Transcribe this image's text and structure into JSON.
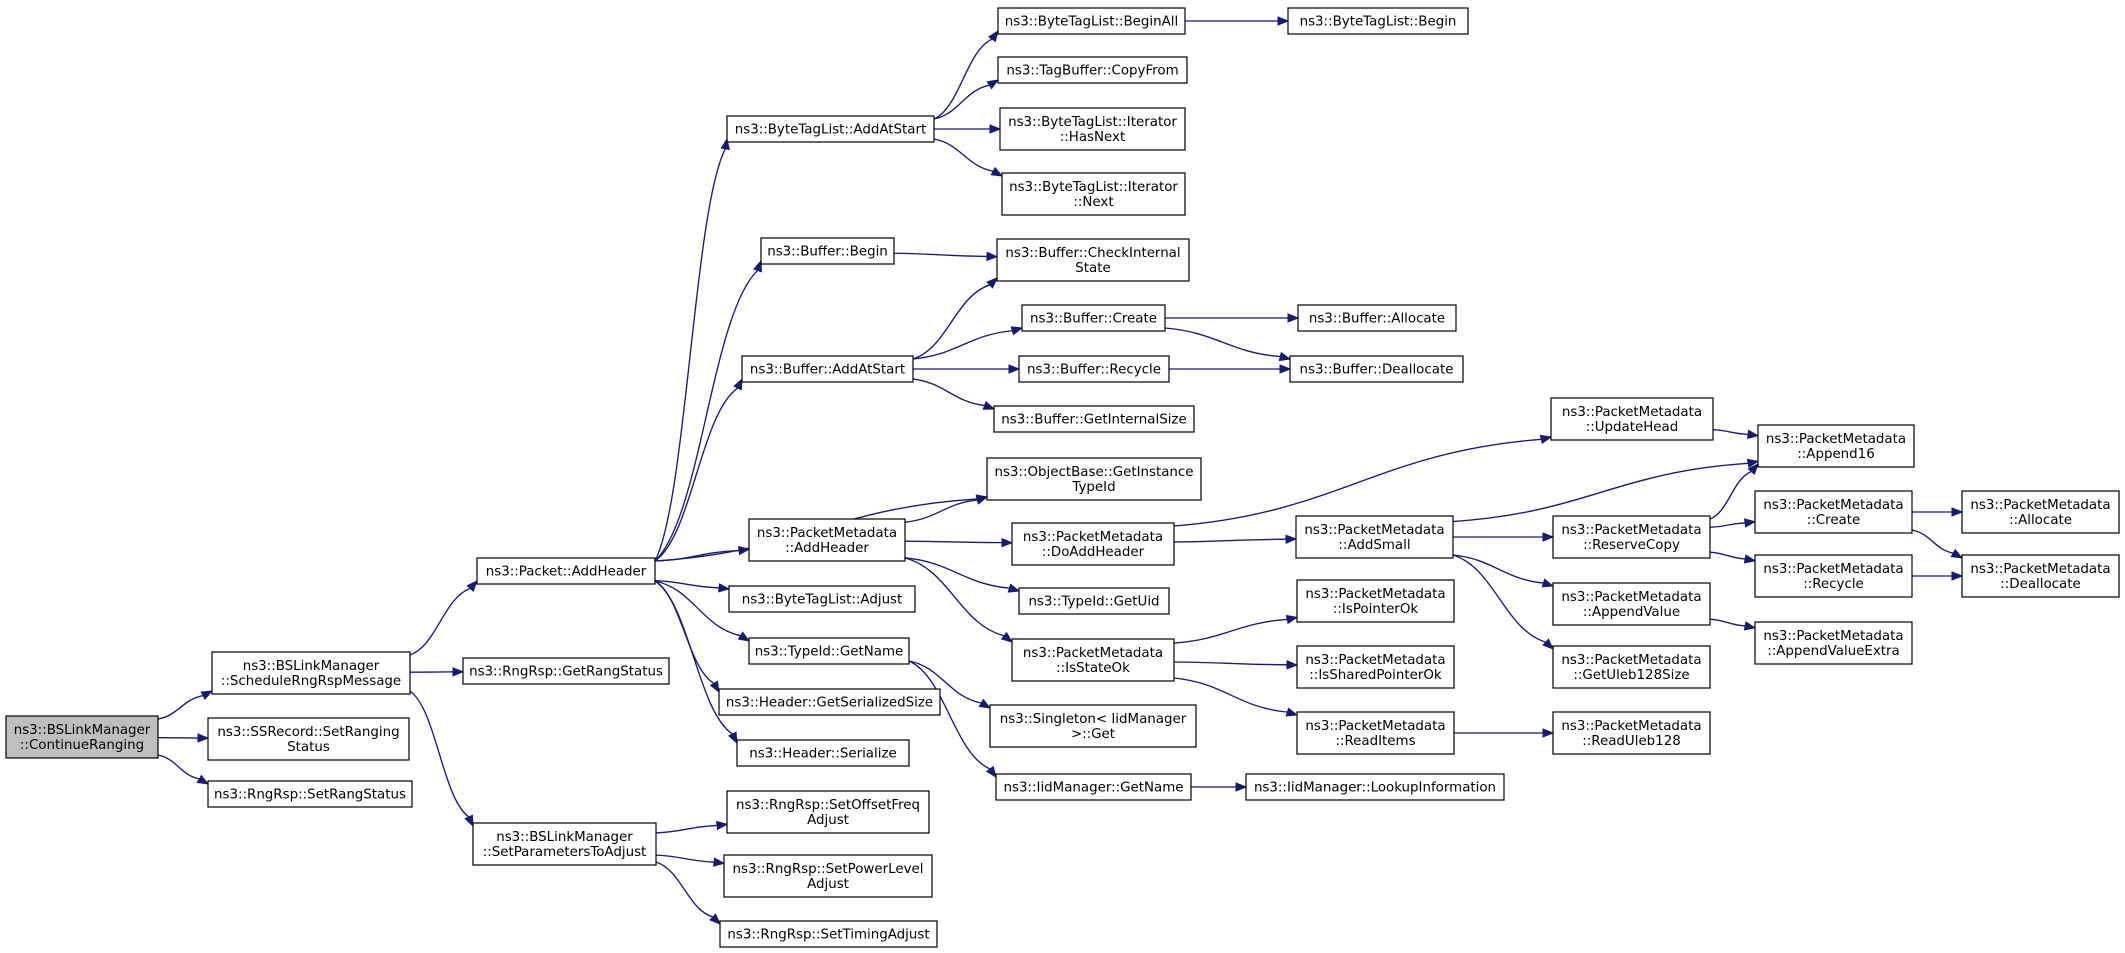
{
  "diagram": {
    "nodes": [
      {
        "id": "n0",
        "label": [
          "ns3::BSLinkManager",
          "::ContinueRanging"
        ],
        "root": true
      },
      {
        "id": "n1",
        "label": [
          "ns3::BSLinkManager",
          "::ScheduleRngRspMessage"
        ]
      },
      {
        "id": "n2",
        "label": [
          "ns3::SSRecord::SetRanging",
          "Status"
        ]
      },
      {
        "id": "n3",
        "label": [
          "ns3::RngRsp::SetRangStatus"
        ]
      },
      {
        "id": "n4",
        "label": [
          "ns3::Packet::AddHeader"
        ]
      },
      {
        "id": "n5",
        "label": [
          "ns3::RngRsp::GetRangStatus"
        ]
      },
      {
        "id": "n6",
        "label": [
          "ns3::BSLinkManager",
          "::SetParametersToAdjust"
        ]
      },
      {
        "id": "n7",
        "label": [
          "ns3::ByteTagList::AddAtStart"
        ]
      },
      {
        "id": "n8",
        "label": [
          "ns3::Buffer::Begin"
        ]
      },
      {
        "id": "n9",
        "label": [
          "ns3::Buffer::AddAtStart"
        ]
      },
      {
        "id": "n10",
        "label": [
          "ns3::ObjectBase::GetInstance",
          "TypeId"
        ]
      },
      {
        "id": "n11",
        "label": [
          "ns3::PacketMetadata",
          "::AddHeader"
        ]
      },
      {
        "id": "n12",
        "label": [
          "ns3::ByteTagList::Adjust"
        ]
      },
      {
        "id": "n13",
        "label": [
          "ns3::TypeId::GetName"
        ]
      },
      {
        "id": "n14",
        "label": [
          "ns3::Header::GetSerializedSize"
        ]
      },
      {
        "id": "n15",
        "label": [
          "ns3::Header::Serialize"
        ]
      },
      {
        "id": "n16",
        "label": [
          "ns3::RngRsp::SetOffsetFreq",
          "Adjust"
        ]
      },
      {
        "id": "n17",
        "label": [
          "ns3::RngRsp::SetPowerLevel",
          "Adjust"
        ]
      },
      {
        "id": "n18",
        "label": [
          "ns3::RngRsp::SetTimingAdjust"
        ]
      },
      {
        "id": "n19",
        "label": [
          "ns3::ByteTagList::BeginAll"
        ]
      },
      {
        "id": "n20",
        "label": [
          "ns3::TagBuffer::CopyFrom"
        ]
      },
      {
        "id": "n21",
        "label": [
          "ns3::ByteTagList::Iterator",
          "::HasNext"
        ]
      },
      {
        "id": "n22",
        "label": [
          "ns3::ByteTagList::Iterator",
          "::Next"
        ]
      },
      {
        "id": "n23",
        "label": [
          "ns3::ByteTagList::Begin"
        ]
      },
      {
        "id": "n24",
        "label": [
          "ns3::Buffer::CheckInternal",
          "State"
        ]
      },
      {
        "id": "n25",
        "label": [
          "ns3::Buffer::Create"
        ]
      },
      {
        "id": "n26",
        "label": [
          "ns3::Buffer::Recycle"
        ]
      },
      {
        "id": "n27",
        "label": [
          "ns3::Buffer::GetInternalSize"
        ]
      },
      {
        "id": "n28",
        "label": [
          "ns3::Buffer::Allocate"
        ]
      },
      {
        "id": "n29",
        "label": [
          "ns3::Buffer::Deallocate"
        ]
      },
      {
        "id": "n30",
        "label": [
          "ns3::PacketMetadata",
          "::DoAddHeader"
        ]
      },
      {
        "id": "n31",
        "label": [
          "ns3::TypeId::GetUid"
        ]
      },
      {
        "id": "n32",
        "label": [
          "ns3::PacketMetadata",
          "::IsStateOk"
        ]
      },
      {
        "id": "n33",
        "label": [
          "ns3::Singleton< IidManager",
          ">::Get"
        ]
      },
      {
        "id": "n34",
        "label": [
          "ns3::IidManager::GetName"
        ]
      },
      {
        "id": "n35",
        "label": [
          "ns3::IidManager::LookupInformation"
        ]
      },
      {
        "id": "n36",
        "label": [
          "ns3::PacketMetadata",
          "::UpdateHead"
        ]
      },
      {
        "id": "n37",
        "label": [
          "ns3::PacketMetadata",
          "::AddSmall"
        ]
      },
      {
        "id": "n38",
        "label": [
          "ns3::PacketMetadata",
          "::IsPointerOk"
        ]
      },
      {
        "id": "n39",
        "label": [
          "ns3::PacketMetadata",
          "::IsSharedPointerOk"
        ]
      },
      {
        "id": "n40",
        "label": [
          "ns3::PacketMetadata",
          "::ReadItems"
        ]
      },
      {
        "id": "n41",
        "label": [
          "ns3::PacketMetadata",
          "::Append16"
        ]
      },
      {
        "id": "n42",
        "label": [
          "ns3::PacketMetadata",
          "::ReserveCopy"
        ]
      },
      {
        "id": "n43",
        "label": [
          "ns3::PacketMetadata",
          "::AppendValue"
        ]
      },
      {
        "id": "n44",
        "label": [
          "ns3::PacketMetadata",
          "::GetUleb128Size"
        ]
      },
      {
        "id": "n45",
        "label": [
          "ns3::PacketMetadata",
          "::ReadUleb128"
        ]
      },
      {
        "id": "n46",
        "label": [
          "ns3::PacketMetadata",
          "::Create"
        ]
      },
      {
        "id": "n47",
        "label": [
          "ns3::PacketMetadata",
          "::Recycle"
        ]
      },
      {
        "id": "n48",
        "label": [
          "ns3::PacketMetadata",
          "::AppendValueExtra"
        ]
      },
      {
        "id": "n49",
        "label": [
          "ns3::PacketMetadata",
          "::Allocate"
        ]
      },
      {
        "id": "n50",
        "label": [
          "ns3::PacketMetadata",
          "::Deallocate"
        ]
      }
    ],
    "edges": [
      [
        "n0",
        "n1"
      ],
      [
        "n0",
        "n2"
      ],
      [
        "n0",
        "n3"
      ],
      [
        "n1",
        "n4"
      ],
      [
        "n1",
        "n5"
      ],
      [
        "n1",
        "n6"
      ],
      [
        "n4",
        "n7"
      ],
      [
        "n4",
        "n8"
      ],
      [
        "n4",
        "n9"
      ],
      [
        "n4",
        "n10"
      ],
      [
        "n4",
        "n11"
      ],
      [
        "n4",
        "n12"
      ],
      [
        "n4",
        "n13"
      ],
      [
        "n4",
        "n14"
      ],
      [
        "n4",
        "n15"
      ],
      [
        "n6",
        "n16"
      ],
      [
        "n6",
        "n17"
      ],
      [
        "n6",
        "n18"
      ],
      [
        "n7",
        "n19"
      ],
      [
        "n7",
        "n20"
      ],
      [
        "n7",
        "n21"
      ],
      [
        "n7",
        "n22"
      ],
      [
        "n19",
        "n23"
      ],
      [
        "n8",
        "n24"
      ],
      [
        "n9",
        "n24"
      ],
      [
        "n9",
        "n25"
      ],
      [
        "n9",
        "n26"
      ],
      [
        "n9",
        "n27"
      ],
      [
        "n25",
        "n28"
      ],
      [
        "n25",
        "n29"
      ],
      [
        "n26",
        "n29"
      ],
      [
        "n11",
        "n10"
      ],
      [
        "n11",
        "n30"
      ],
      [
        "n11",
        "n31"
      ],
      [
        "n11",
        "n32"
      ],
      [
        "n13",
        "n33"
      ],
      [
        "n13",
        "n34"
      ],
      [
        "n34",
        "n35"
      ],
      [
        "n30",
        "n36"
      ],
      [
        "n30",
        "n37"
      ],
      [
        "n32",
        "n38"
      ],
      [
        "n32",
        "n39"
      ],
      [
        "n32",
        "n40"
      ],
      [
        "n36",
        "n41"
      ],
      [
        "n37",
        "n41"
      ],
      [
        "n37",
        "n42"
      ],
      [
        "n37",
        "n43"
      ],
      [
        "n37",
        "n44"
      ],
      [
        "n40",
        "n45"
      ],
      [
        "n42",
        "n41"
      ],
      [
        "n42",
        "n46"
      ],
      [
        "n42",
        "n47"
      ],
      [
        "n43",
        "n48"
      ],
      [
        "n46",
        "n49"
      ],
      [
        "n46",
        "n50"
      ],
      [
        "n47",
        "n50"
      ]
    ]
  }
}
